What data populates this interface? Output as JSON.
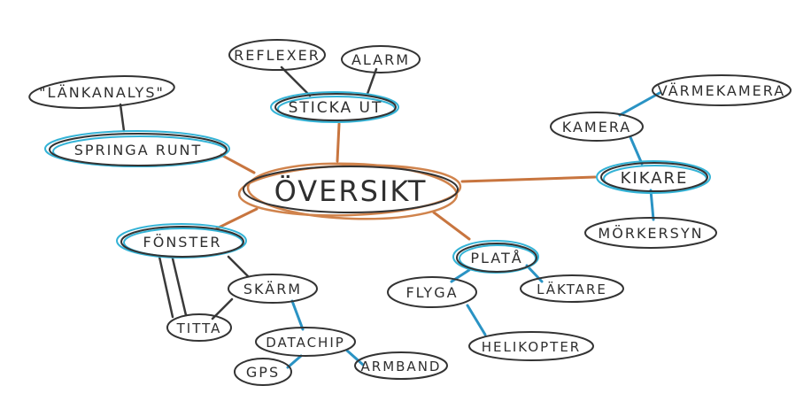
{
  "diagram": {
    "center": "ÖVERSIKT",
    "nodes": {
      "reflexer": "REFLEXER",
      "alarm": "ALARM",
      "sticka_ut": "STICKA UT",
      "lankanalys": "\"LÄNKANALYS\"",
      "springa_runt": "SPRINGA RUNT",
      "varmekamera": "VÄRMEKAMERA",
      "kamera": "KAMERA",
      "kikare": "KIKARE",
      "morkersyn": "MÖRKERSYN",
      "fonster": "FÖNSTER",
      "skarm": "SKÄRM",
      "titta": "TITTA",
      "datachip": "DATACHIP",
      "gps": "GPS",
      "armband": "ARMBAND",
      "plata": "PLATÅ",
      "flyga": "FLYGA",
      "laktare": "LÄKTARE",
      "helikopter": "HELIKOPTER"
    }
  }
}
